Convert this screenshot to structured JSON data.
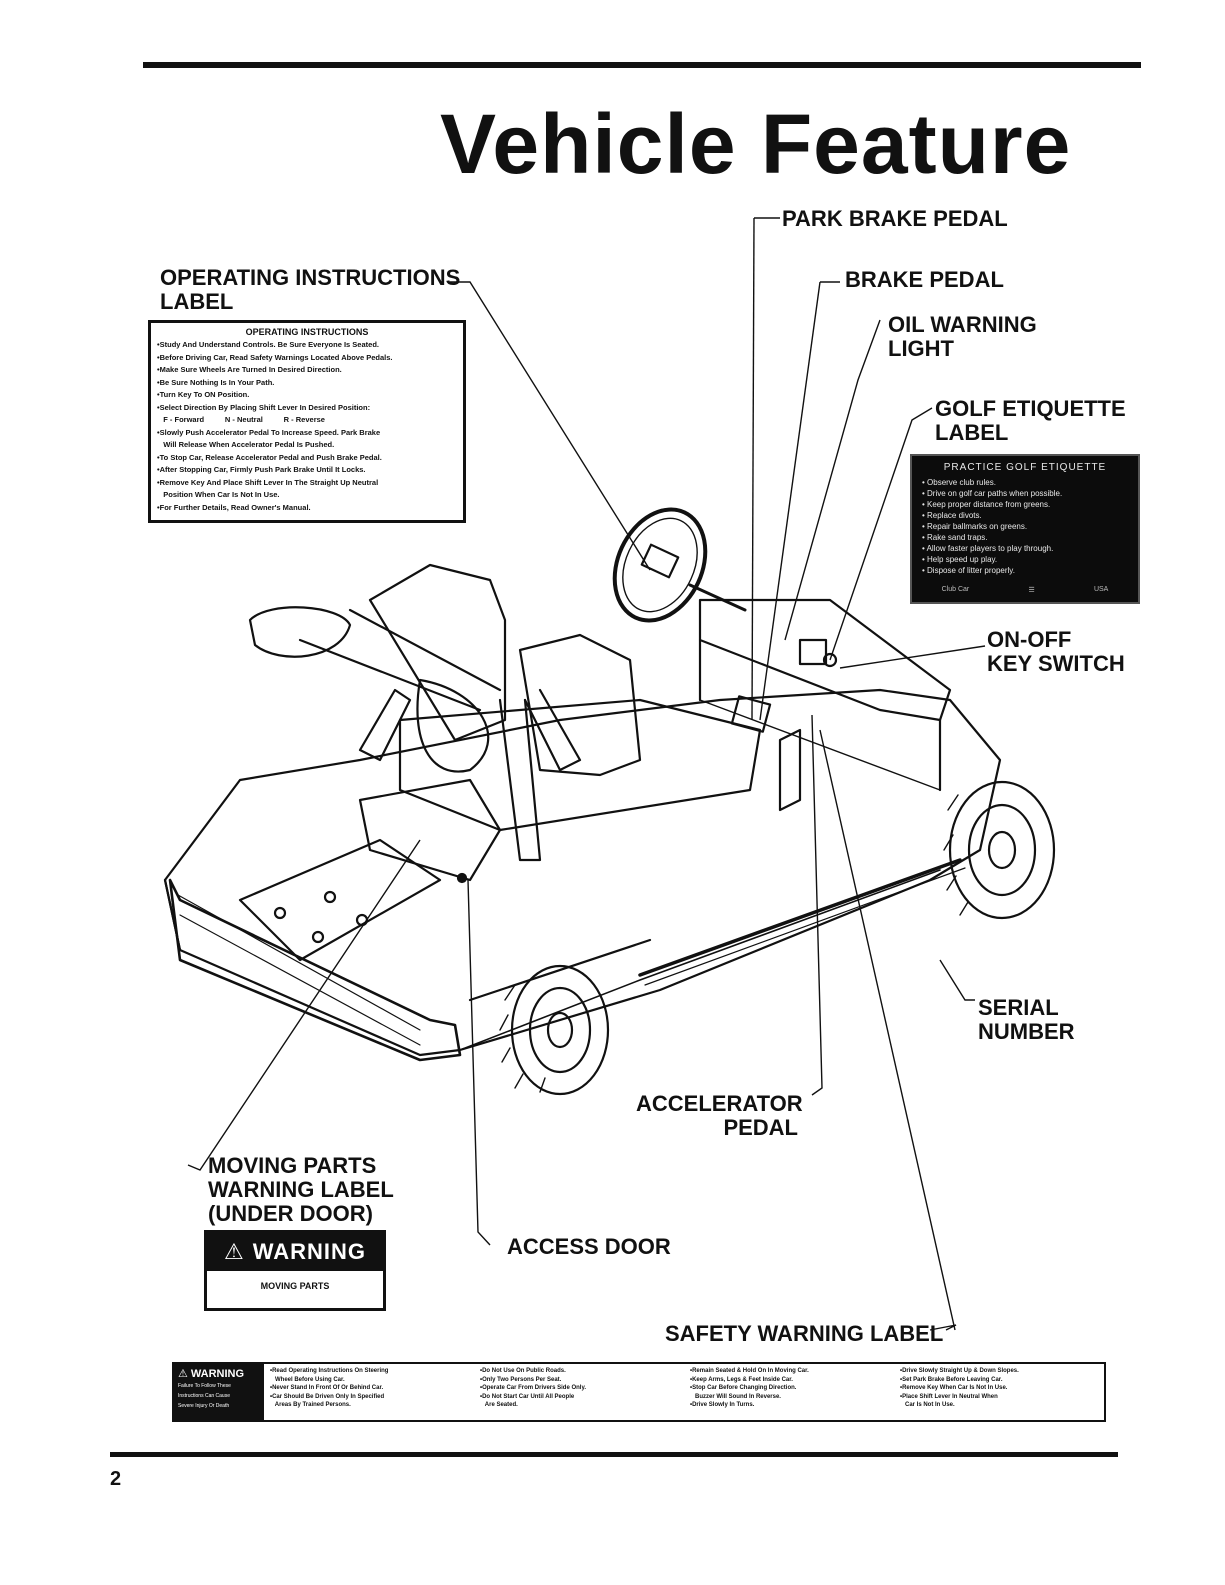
{
  "title": "Vehicle Feature",
  "page_number": "2",
  "callouts": {
    "park_brake_pedal": "PARK BRAKE PEDAL",
    "operating_instructions_label_1": "OPERATING INSTRUCTIONS",
    "operating_instructions_label_2": "LABEL",
    "brake_pedal": "BRAKE PEDAL",
    "oil_warning_light_1": "OIL WARNING",
    "oil_warning_light_2": "LIGHT",
    "golf_etiquette_label_1": "GOLF ETIQUETTE",
    "golf_etiquette_label_2": "LABEL",
    "on_off_key_switch_1": "ON-OFF",
    "on_off_key_switch_2": "KEY SWITCH",
    "serial_number_1": "SERIAL",
    "serial_number_2": "NUMBER",
    "accelerator_pedal_1": "ACCELERATOR",
    "accelerator_pedal_2": "PEDAL",
    "moving_parts_1": "MOVING PARTS",
    "moving_parts_2": "WARNING LABEL",
    "moving_parts_3": "(UNDER DOOR)",
    "access_door": "ACCESS DOOR",
    "safety_warning_label": "SAFETY WARNING LABEL"
  },
  "operating_label": {
    "heading": "OPERATING INSTRUCTIONS",
    "lines": [
      "•Study And Understand Controls. Be Sure Everyone Is Seated.",
      "•Before Driving Car, Read Safety Warnings Located Above Pedals.",
      "•Make Sure Wheels Are Turned In Desired Direction.",
      "•Be Sure Nothing Is In Your Path.",
      "•Turn Key To ON Position.",
      "•Select Direction By Placing Shift Lever In Desired Position:",
      "   F - Forward          N - Neutral          R - Reverse",
      "•Slowly Push Accelerator Pedal To Increase Speed. Park Brake",
      "   Will Release When Accelerator Pedal Is Pushed.",
      "•To Stop Car, Release Accelerator Pedal and Push Brake Pedal.",
      "•After Stopping Car, Firmly Push Park Brake Until It Locks.",
      "•Remove Key And Place Shift Lever In The Straight Up Neutral",
      "   Position When Car Is Not In Use.",
      "•For Further Details, Read Owner's Manual."
    ]
  },
  "golf_label": {
    "heading": "PRACTICE GOLF ETIQUETTE",
    "lines": [
      "•  Observe club rules.",
      "•  Drive on golf car paths when possible.",
      "•  Keep proper distance from greens.",
      "•  Replace divots.",
      "•  Repair ballmarks on greens.",
      "•  Rake sand traps.",
      "•  Allow faster players to play through.",
      "•  Help speed up play.",
      "•  Dispose of litter properly."
    ],
    "footer_left": "Club Car",
    "footer_right": "USA"
  },
  "moving_parts_label": {
    "warning": "WARNING",
    "sub": "MOVING PARTS"
  },
  "safety_label": {
    "warning": "WARNING",
    "left_text": [
      "Failure To Follow These",
      "Instructions Can Cause",
      "Severe Injury Or Death"
    ],
    "col1": [
      "•Read Operating Instructions On Steering",
      "   Wheel Before Using Car.",
      "•Never Stand In Front Of Or Behind Car.",
      "•Car Should Be Driven Only In Specified",
      "   Areas By Trained Persons."
    ],
    "col2": [
      "•Do Not Use On Public Roads.",
      "•Only Two Persons Per Seat.",
      "•Operate Car From Drivers Side Only.",
      "•Do Not Start Car Until All People",
      "   Are Seated."
    ],
    "col3": [
      "•Remain Seated & Hold On In Moving Car.",
      "•Keep Arms, Legs & Feet Inside Car.",
      "•Stop Car Before Changing Direction.",
      "   Buzzer Will Sound In Reverse.",
      "•Drive Slowly In Turns."
    ],
    "col4": [
      "•Drive Slowly Straight Up & Down Slopes.",
      "•Set Park Brake Before Leaving Car.",
      "•Remove Key When Car Is Not In Use.",
      "•Place Shift Lever In Neutral When",
      "   Car Is Not In Use."
    ]
  }
}
